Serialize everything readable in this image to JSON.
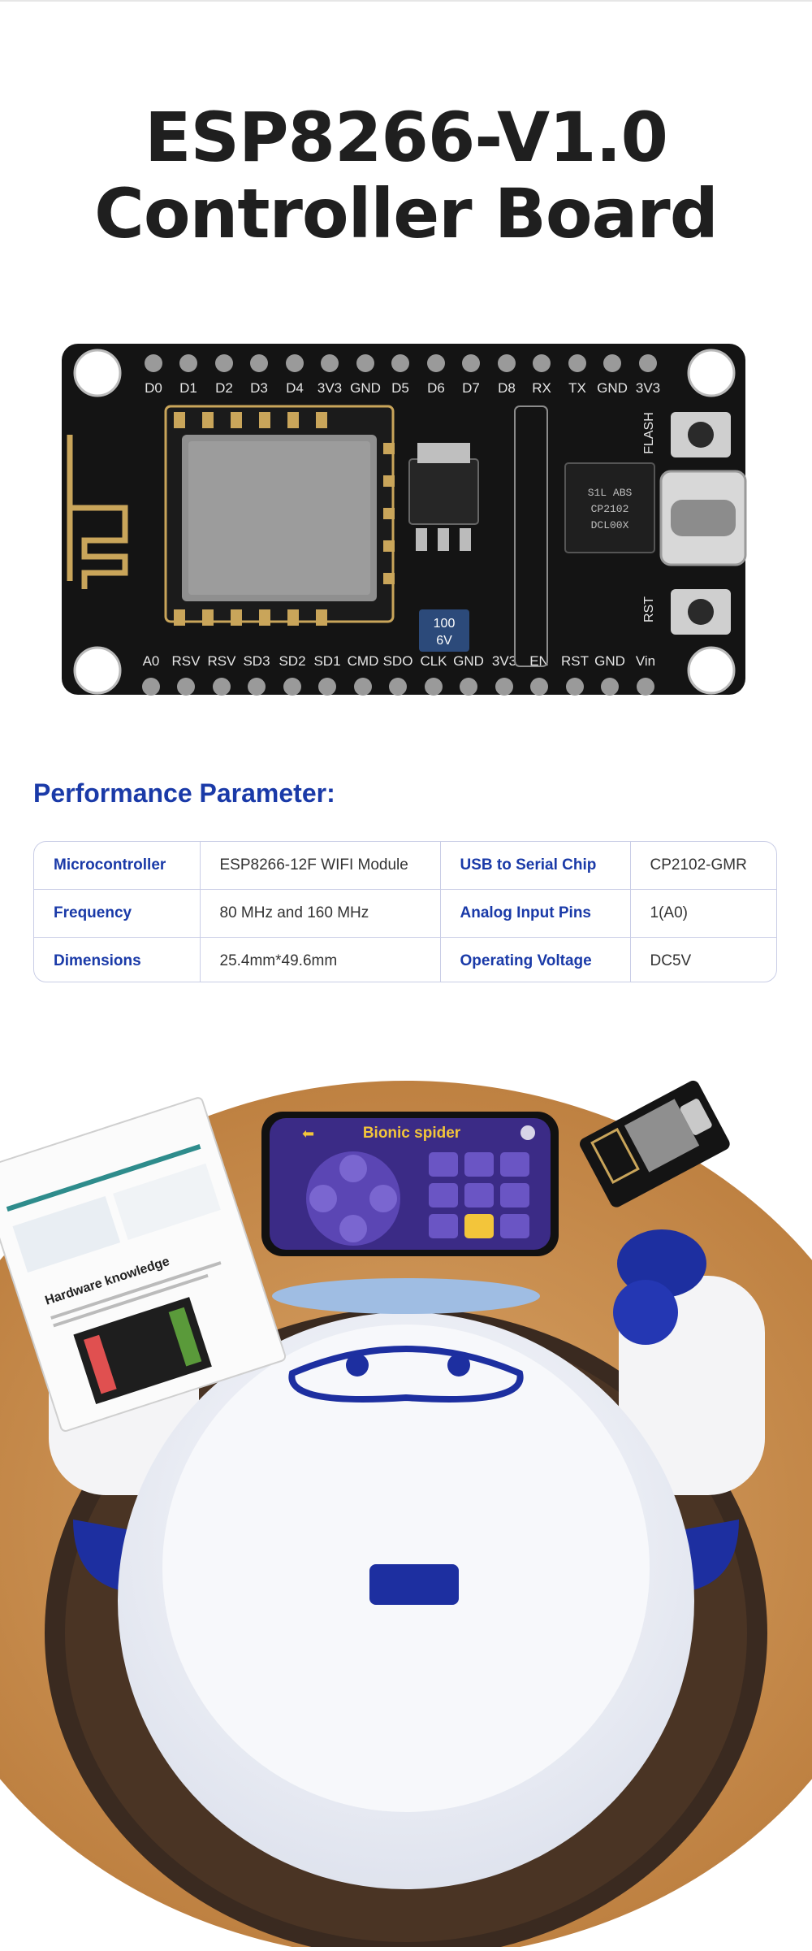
{
  "title": {
    "line1": "ESP8266-V1.0",
    "line2": "Controller Board"
  },
  "board": {
    "top_pins": [
      "D0",
      "D1",
      "D2",
      "D3",
      "D4",
      "3V3",
      "GND",
      "D5",
      "D6",
      "D7",
      "D8",
      "RX",
      "TX",
      "GND",
      "3V3"
    ],
    "bottom_pins": [
      "A0",
      "RSV",
      "RSV",
      "SD3",
      "SD2",
      "SD1",
      "CMD",
      "SDO",
      "CLK",
      "GND",
      "3V3",
      "EN",
      "RST",
      "GND",
      "Vin"
    ],
    "chip_text": [
      "S1L ABS",
      "CP2102",
      "DCL00X"
    ],
    "capacitor_text": [
      "100",
      "6V"
    ],
    "flash_label": "FLASH",
    "rst_label": "RST"
  },
  "specs": {
    "heading": "Performance Parameter:",
    "rows": [
      {
        "k1": "Microcontroller",
        "v1": "ESP8266-12F WIFI Module",
        "k2": "USB to Serial Chip",
        "v2": "CP2102-GMR"
      },
      {
        "k1": "Frequency",
        "v1": "80 MHz and 160 MHz",
        "k2": "Analog Input Pins",
        "v2": "1(A0)"
      },
      {
        "k1": "Dimensions",
        "v1": "25.4mm*49.6mm",
        "k2": "Operating Voltage",
        "v2": "DC5V"
      }
    ]
  },
  "phone": {
    "title": "Bionic spider"
  },
  "document": {
    "heading": "Hardware knowledge"
  },
  "colors": {
    "brand_blue": "#1a3aa8",
    "robot_blue": "#1d2fa0",
    "table_gold": "#c98a45",
    "phone_purple": "#3b2b86",
    "accent_yellow": "#f3c53a"
  }
}
